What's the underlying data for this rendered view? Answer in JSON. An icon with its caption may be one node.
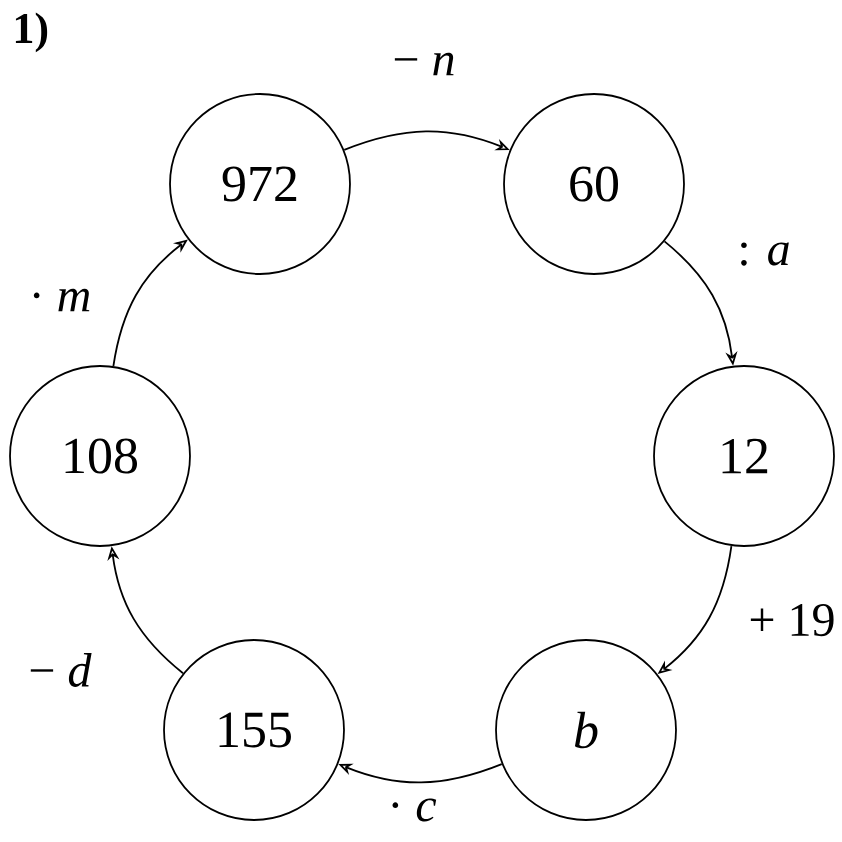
{
  "diagram": {
    "title": "1)",
    "nodes": [
      {
        "text": [
          "972"
        ]
      },
      {
        "text": [
          "60"
        ]
      },
      {
        "text": [
          "108"
        ]
      },
      {
        "text": [
          "12"
        ]
      },
      {
        "text": [
          "155"
        ]
      },
      {
        "text": [
          "*b*"
        ]
      }
    ],
    "edges": [
      {
        "from": 0,
        "to": 1,
        "arrow": "to",
        "label": "− *n*"
      },
      {
        "from": 1,
        "to": 3,
        "arrow": "to",
        "label": ": *a*"
      },
      {
        "from": 3,
        "to": 5,
        "arrow": "to",
        "label": "+ 19"
      },
      {
        "from": 5,
        "to": 4,
        "arrow": "to",
        "label": "· *c*"
      },
      {
        "from": 4,
        "to": 2,
        "arrow": "to",
        "label": "− *d*"
      },
      {
        "from": 2,
        "to": 0,
        "arrow": "to",
        "label": "· *m*"
      }
    ]
  }
}
